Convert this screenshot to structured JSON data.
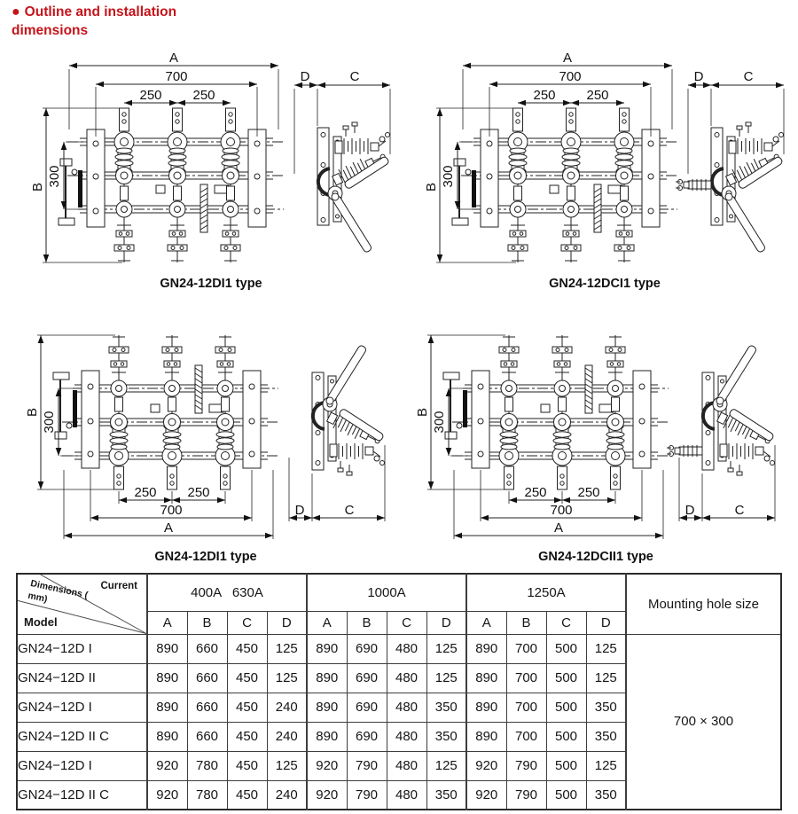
{
  "header": {
    "bullet": "●",
    "title": "Outline and installation dimensions"
  },
  "drawings": [
    {
      "caption": "GN24-12DI1 type",
      "dims": {
        "a": "A",
        "w1": "700",
        "s1": "250",
        "s2": "250",
        "b": "B",
        "h1": "300",
        "d": "D",
        "c": "C"
      }
    },
    {
      "caption": "GN24-12DCI1 type",
      "dims": {
        "a": "A",
        "w1": "700",
        "s1": "250",
        "s2": "250",
        "b": "B",
        "h1": "300",
        "d": "D",
        "c": "C"
      }
    },
    {
      "caption": "GN24-12DI1 type",
      "dims": {
        "a": "A",
        "w1": "700",
        "s1": "250",
        "s2": "250",
        "b": "B",
        "h1": "300",
        "d": "D",
        "c": "C"
      }
    },
    {
      "caption": "GN24-12DCII1 type",
      "dims": {
        "a": "A",
        "w1": "700",
        "s1": "250",
        "s2": "250",
        "b": "B",
        "h1": "300",
        "d": "D",
        "c": "C"
      }
    }
  ],
  "table": {
    "corner": {
      "dim_line1": "Dimensions (",
      "dim_line2": "mm)",
      "current": "Current",
      "model": "Model"
    },
    "groups": [
      {
        "label": "400A   630A"
      },
      {
        "label": "1000A"
      },
      {
        "label": "1250A"
      }
    ],
    "subheaders": [
      "A",
      "B",
      "C",
      "D",
      "A",
      "B",
      "C",
      "D",
      "A",
      "B",
      "C",
      "D"
    ],
    "mounting_header": "Mounting hole size",
    "mounting_value": "700 × 300",
    "rows": [
      {
        "model": "GN24−12D I",
        "values": [
          "890",
          "660",
          "450",
          "125",
          "890",
          "690",
          "480",
          "125",
          "890",
          "700",
          "500",
          "125"
        ]
      },
      {
        "model": "GN24−12D II",
        "values": [
          "890",
          "660",
          "450",
          "125",
          "890",
          "690",
          "480",
          "125",
          "890",
          "700",
          "500",
          "125"
        ]
      },
      {
        "model": "GN24−12D I",
        "values": [
          "890",
          "660",
          "450",
          "240",
          "890",
          "690",
          "480",
          "350",
          "890",
          "700",
          "500",
          "350"
        ]
      },
      {
        "model": "GN24−12D II C",
        "values": [
          "890",
          "660",
          "450",
          "240",
          "890",
          "690",
          "480",
          "350",
          "890",
          "700",
          "500",
          "350"
        ]
      },
      {
        "model": "GN24−12D I",
        "values": [
          "920",
          "780",
          "450",
          "125",
          "920",
          "790",
          "480",
          "125",
          "920",
          "790",
          "500",
          "125"
        ]
      },
      {
        "model": "GN24−12D II C",
        "values": [
          "920",
          "780",
          "450",
          "240",
          "920",
          "790",
          "480",
          "350",
          "920",
          "790",
          "500",
          "350"
        ]
      }
    ]
  }
}
